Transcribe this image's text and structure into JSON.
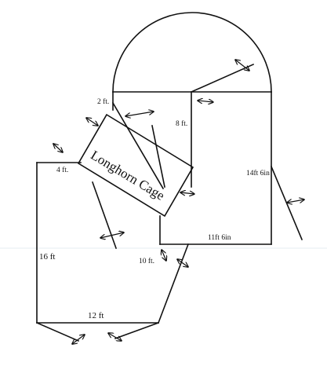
{
  "labels": {
    "two_ft": "2 ft.",
    "eight_ft": "8 ft.",
    "four_ft": "4 ft.",
    "fourteen_ft_6in": "14ft 6in",
    "eleven_ft_6in": "11ft 6in",
    "sixteen_ft": "16 ft",
    "ten_ft": "10 ft.",
    "twelve_ft": "12 ft",
    "cage": "Longhorn Cage"
  },
  "colors": {
    "ink": "#111111",
    "background": "#ffffff"
  },
  "icons": {
    "dimension_marker": "double-headed-arrow-icon"
  }
}
